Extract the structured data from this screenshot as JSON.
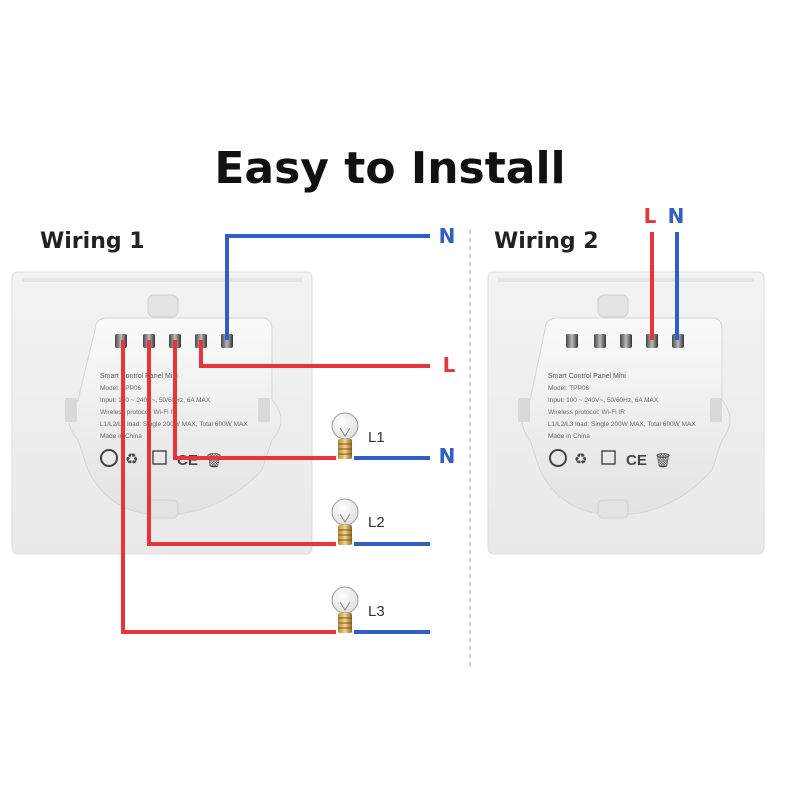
{
  "title": "Easy to Install",
  "colors": {
    "live": "#e8343b",
    "neutral": "#2f5fc7",
    "panel": "#eeeeee",
    "text": "#111111"
  },
  "wiring1": {
    "heading": "Wiring 1",
    "terminal_n_top": "N",
    "terminal_l": "L",
    "terminal_n_mid": "N",
    "lamps": [
      "L1",
      "L2",
      "L3"
    ]
  },
  "wiring2": {
    "heading": "Wiring 2",
    "terminal_l": "L",
    "terminal_n": "N"
  },
  "panel_label": {
    "name": "Smart Control Panel Mini",
    "model": "Model:  TPP06",
    "input1": "Input:  100 ~ 240V~,  50/60Hz,  6A MAX",
    "input2": "Input:  100 ~ 240V~,  50/60Hz,  6A MAX",
    "wireless": "Wireless protocol:  Wi-Fi   IR",
    "load": "L1/L2/L3 load:  Single 200W MAX,  Total 600W MAX",
    "made": "Made in China",
    "cert": "CE"
  }
}
